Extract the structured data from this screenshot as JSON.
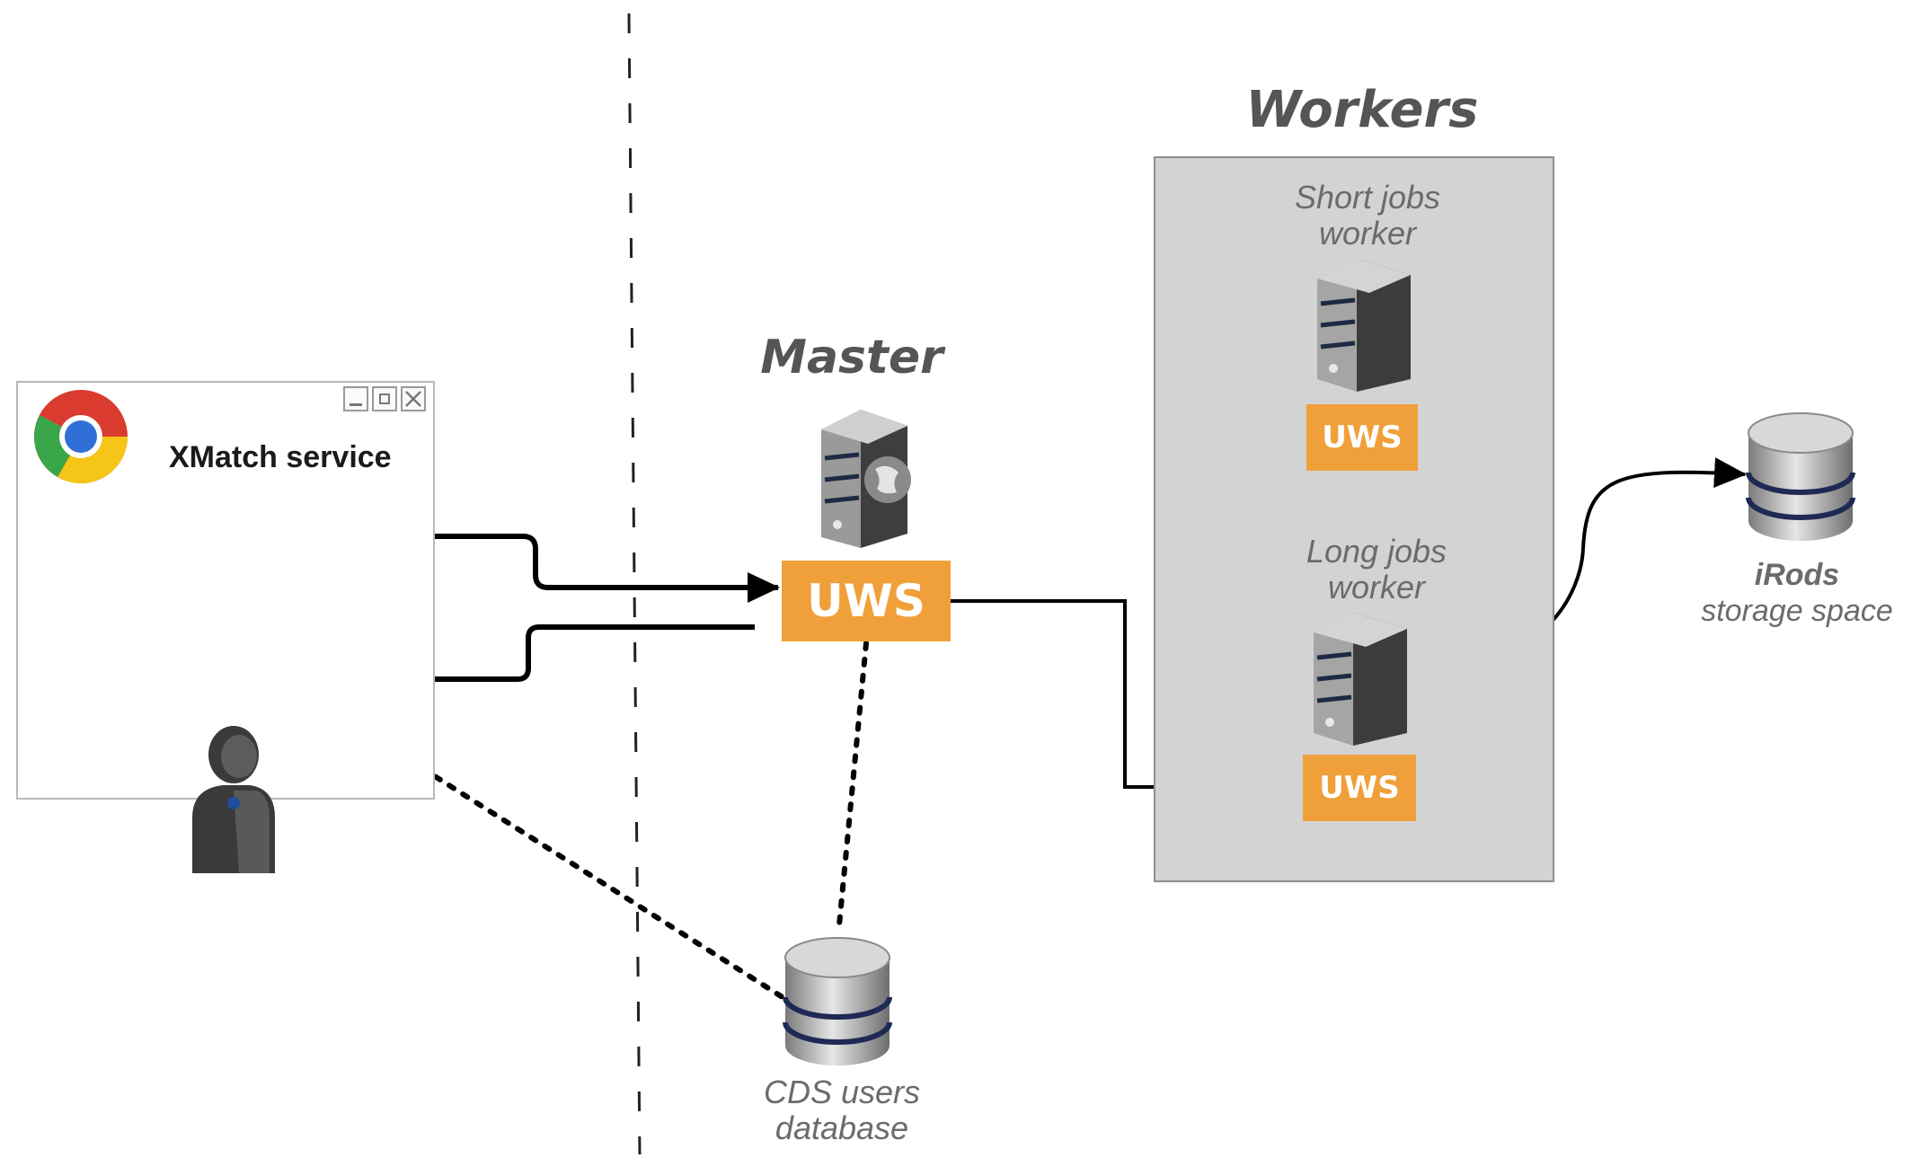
{
  "browser": {
    "title": "XMatch service",
    "icon": "chrome-icon",
    "window_buttons": [
      "minimize-icon",
      "maximize-icon",
      "close-icon"
    ]
  },
  "master": {
    "heading": "Master",
    "uws_label": "UWS",
    "icon": "server-globe-icon"
  },
  "workers": {
    "heading": "Workers",
    "short_jobs": {
      "label_line1": "Short jobs",
      "label_line2": "worker",
      "uws_label": "UWS",
      "icon": "server-icon"
    },
    "long_jobs": {
      "label_line1": "Long jobs",
      "label_line2": "worker",
      "uws_label": "UWS",
      "icon": "server-icon"
    }
  },
  "irods": {
    "label_line1": "iRods",
    "label_line2": "storage space",
    "icon": "database-icon"
  },
  "cds_db": {
    "label_line1": "CDS users",
    "label_line2": "database",
    "icon": "database-icon"
  },
  "user": {
    "icon": "user-icon"
  },
  "colors": {
    "uws_orange": "#f0a03a",
    "workers_panel": "#d3d3d3",
    "heading_grey": "#555555",
    "label_grey": "#6b6b6b",
    "arrow": "#000000"
  }
}
